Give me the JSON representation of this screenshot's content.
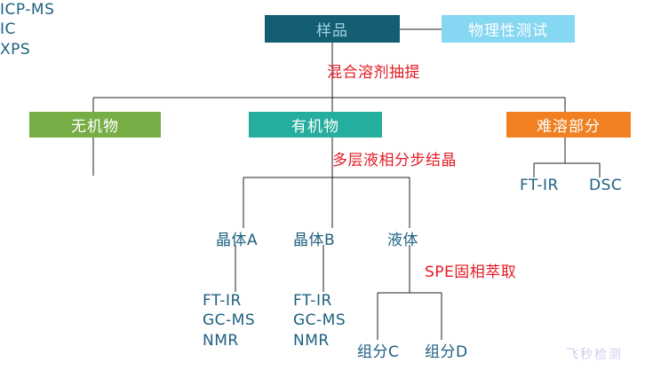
{
  "diagram": {
    "title_nodes": {
      "sample": "样品",
      "physical_test": "物理性测试",
      "inorganic": "无机物",
      "organic": "有机物",
      "insoluble": "难溶部分"
    },
    "process_labels": {
      "mixed_solvent_extraction": "混合溶剂抽提",
      "multilayer_crystallization": "多层液相分步结晶",
      "spe_extraction": "SPE固相萃取"
    },
    "leaves": {
      "inorganic_methods": "ICP-MS\nIC\nXPS",
      "insoluble_ftir": "FT-IR",
      "insoluble_dsc": "DSC",
      "crystal_a": "晶体A",
      "crystal_b": "晶体B",
      "liquid": "液体",
      "crystal_a_methods": "FT-IR\nGC-MS\nNMR",
      "crystal_b_methods": "FT-IR\nGC-MS\nNMR",
      "component_c": "组分C",
      "component_d": "组分D"
    },
    "watermark": "飞秒检测",
    "colors": {
      "sample_box": "#135e72",
      "sample_text": "#9fd4e4",
      "physical_test_box": "#85d7f2",
      "inorganic_box": "#76ad45",
      "organic_box": "#25ad9d",
      "insoluble_box": "#f08021",
      "process_label_text": "#e31b23",
      "leaf_text": "#1d6080",
      "connector_line": "#231f20",
      "watermark_text": "#c9c3e6",
      "background": "#ffffff"
    }
  }
}
